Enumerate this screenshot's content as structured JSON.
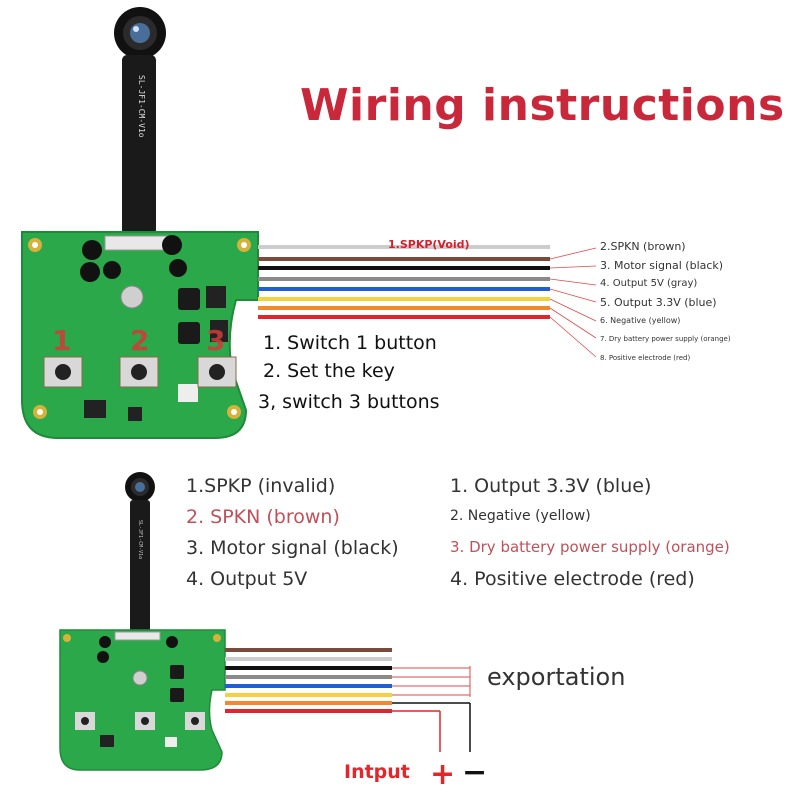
{
  "title": "Wiring instructions",
  "top_diagram": {
    "module_code": "SL-JF1-CM-V1o",
    "spkp_label": "1.SPKP(Void)",
    "wire_labels": [
      "2.SPKN (brown)",
      "3. Motor signal (black)",
      "4. Output 5V (gray)",
      "5. Output 3.3V (blue)",
      "6. Negative (yellow)",
      "7. Dry battery power supply (orange)",
      "8. Positive electrode (red)"
    ],
    "button_numbers": [
      "1",
      "2",
      "3"
    ],
    "button_notes": [
      "1. Switch 1 button",
      "2. Set the key",
      "3, switch 3 buttons"
    ]
  },
  "lower_left": [
    "1.SPKP (invalid)",
    "2. SPKN (brown)",
    "3. Motor signal (black)",
    "4. Output 5V"
  ],
  "lower_right": [
    "1. Output 3.3V (blue)",
    "2. Negative (yellow)",
    "3. Dry battery power supply (orange)",
    "4. Positive electrode (red)"
  ],
  "bottom_diagram": {
    "module_code": "SL-JF1-CM-V1o",
    "export_label": "exportation",
    "input_label": "Intput",
    "plus_sign": "+",
    "minus_sign": "−"
  },
  "colors": {
    "title": "#c8283a",
    "pcb": "#2aa84a",
    "wire_white": "#cccccc",
    "wire_brown": "#7a4a3a",
    "wire_black": "#111111",
    "wire_gray": "#8a8a8a",
    "wire_blue": "#1f5fd0",
    "wire_yellow": "#f3d23a",
    "wire_orange": "#f08a2c",
    "wire_red": "#e0262b"
  }
}
